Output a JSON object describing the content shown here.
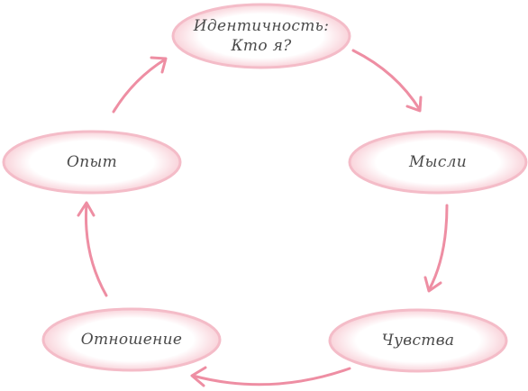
{
  "diagram": {
    "nodes": {
      "identity": "Идентичность:\nКто я?",
      "thoughts": "Мысли",
      "feelings": "Чувства",
      "attitude": "Отношение",
      "experience": "Опыт"
    },
    "colors": {
      "node_fill_center": "#ffffff",
      "node_fill_edge": "#f7c9d2",
      "node_stroke": "#f3b5c2",
      "arrow": "#ee8ea3",
      "text": "#4a4a4a"
    }
  }
}
